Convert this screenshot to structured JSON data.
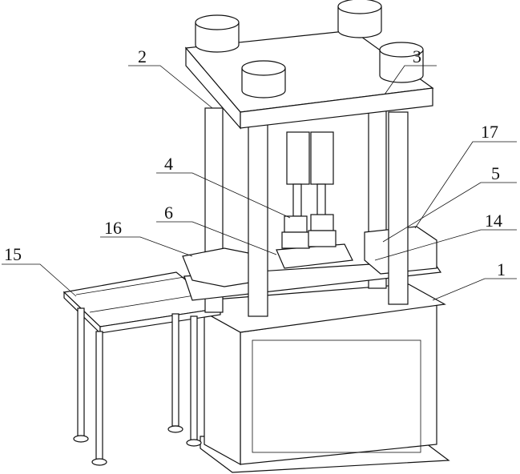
{
  "figure": {
    "labels": [
      {
        "id": "label-2",
        "text": "2"
      },
      {
        "id": "label-3",
        "text": "3"
      },
      {
        "id": "label-17",
        "text": "17"
      },
      {
        "id": "label-4",
        "text": "4"
      },
      {
        "id": "label-5",
        "text": "5"
      },
      {
        "id": "label-6",
        "text": "6"
      },
      {
        "id": "label-16",
        "text": "16"
      },
      {
        "id": "label-14",
        "text": "14"
      },
      {
        "id": "label-15",
        "text": "15"
      },
      {
        "id": "label-1",
        "text": "1"
      }
    ]
  }
}
